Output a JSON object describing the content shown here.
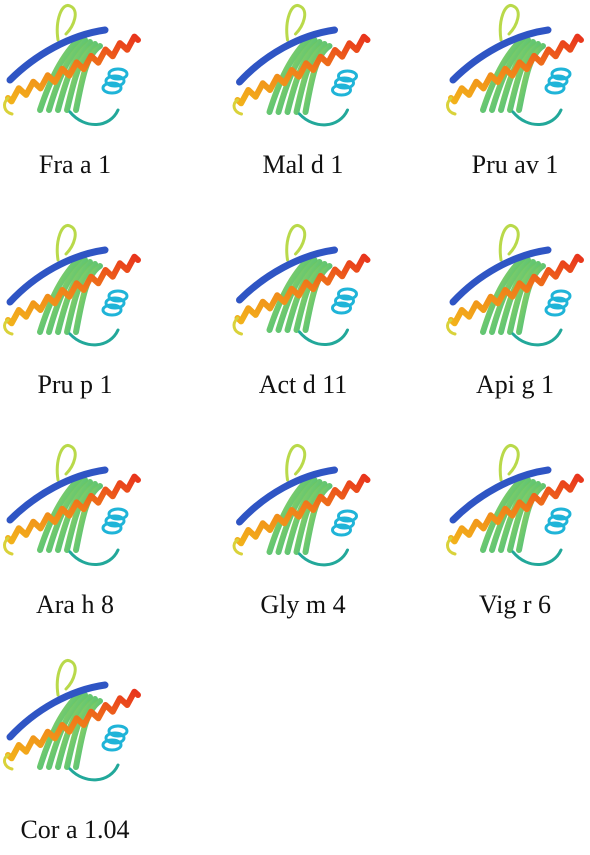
{
  "figure": {
    "panels": [
      {
        "label": "Fra a 1"
      },
      {
        "label": "Mal d 1"
      },
      {
        "label": "Pru av 1"
      },
      {
        "label": "Pru p 1"
      },
      {
        "label": "Act d 11"
      },
      {
        "label": "Api g 1"
      },
      {
        "label": "Ara h 8"
      },
      {
        "label": "Gly m 4"
      },
      {
        "label": "Vig r 6"
      },
      {
        "label": "Cor a 1.04"
      }
    ],
    "colors": {
      "helix_start": "#f2b21b",
      "helix_mid": "#f07a1a",
      "helix_end": "#e8341c",
      "strand_blue": "#2f55c4",
      "strand_cyan": "#1fb4d8",
      "strand_green": "#5cc36a",
      "strand_lime": "#b9d94a",
      "loop_yellow": "#d9d23a",
      "teal": "#22a89a"
    },
    "icon": "ribbon-protein-structure-icon"
  }
}
